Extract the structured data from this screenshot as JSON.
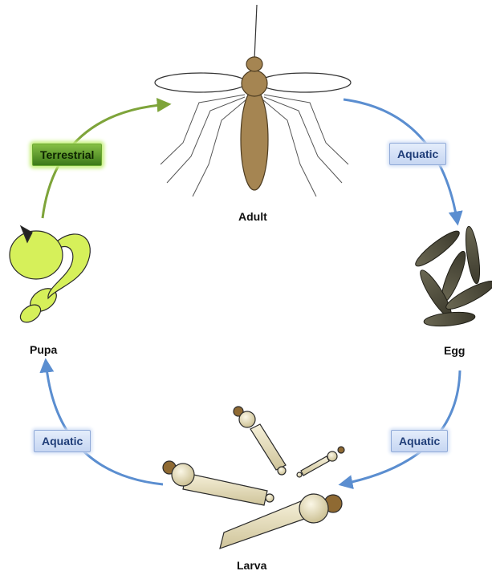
{
  "stages": {
    "adult": "Adult",
    "egg": "Egg",
    "larva": "Larva",
    "pupa": "Pupa"
  },
  "transitions": {
    "adult_to_egg": "Aquatic",
    "egg_to_larva": "Aquatic",
    "larva_to_pupa": "Aquatic",
    "pupa_to_adult": "Terrestrial"
  },
  "colors": {
    "aquatic_arrow": "#5b8ed0",
    "terrestrial_arrow": "#7ea43a",
    "adult_body": "#a58552",
    "egg": "#4f4c3c",
    "larva": "#e8e0bc",
    "pupa": "#d6f05a"
  }
}
